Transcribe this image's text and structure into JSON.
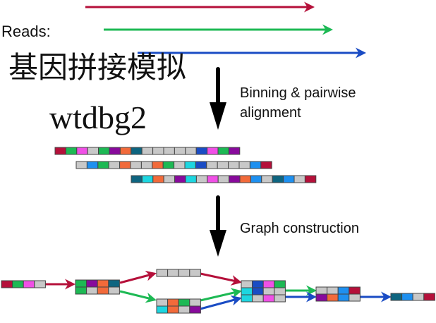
{
  "labels": {
    "reads": "Reads:",
    "title_cn": "基因拼接模拟",
    "title_tool": "wtdbg2",
    "step1": "Binning & pairwise",
    "step1b": "alignment",
    "step2": "Graph construction"
  },
  "colors": {
    "R": "#b5103a",
    "G": "#1db954",
    "P": "#f050e6",
    "L": "#c8c8c8",
    "V": "#880a9c",
    "O": "#f26a3a",
    "T": "#0e6580",
    "B": "#1a4cc4",
    "S": "#1e90f0",
    "C": "#1dd6e0",
    "read_red": "#b5103a",
    "read_green": "#1db954",
    "read_blue": "#1a4cc4"
  },
  "reads": [
    {
      "name": "read-red",
      "color": "read_red"
    },
    {
      "name": "read-green",
      "color": "read_green"
    },
    {
      "name": "read-blue",
      "color": "read_blue"
    }
  ],
  "binned_reads": [
    [
      "R",
      "G",
      "P",
      "L",
      "G",
      "V",
      "O",
      "T",
      "L",
      "L",
      "L",
      "L",
      "L",
      "B",
      "P",
      "G",
      "V"
    ],
    [
      "L",
      "S",
      "G",
      "L",
      "O",
      "L",
      "L",
      "O",
      "G",
      "L",
      "C",
      "B",
      "L",
      "L",
      "L",
      "L",
      "S",
      "R"
    ],
    [
      "T",
      "C",
      "O",
      "L",
      "V",
      "C",
      "L",
      "P",
      "L",
      "V",
      "O",
      "S",
      "L",
      "T",
      "S",
      "L",
      "R"
    ]
  ],
  "graph_nodes": [
    {
      "id": "n1",
      "rows": [
        [
          "R",
          "G",
          "P",
          "L"
        ]
      ]
    },
    {
      "id": "n2",
      "rows": [
        [
          "G",
          "V",
          "O",
          "T"
        ],
        [
          "G",
          "L",
          "O",
          "L"
        ]
      ]
    },
    {
      "id": "n3",
      "rows": [
        [
          "L",
          "L",
          "L",
          "L"
        ]
      ]
    },
    {
      "id": "n4",
      "rows": [
        [
          "L",
          "O",
          "G",
          "L"
        ],
        [
          "C",
          "O",
          "L",
          "V"
        ]
      ]
    },
    {
      "id": "n5",
      "rows": [
        [
          "L",
          "B",
          "P",
          "G"
        ],
        [
          "C",
          "B",
          "L",
          "L"
        ],
        [
          "C",
          "L",
          "P",
          "L"
        ]
      ]
    },
    {
      "id": "n6",
      "rows": [
        [
          "L",
          "L",
          "S",
          "R"
        ],
        [
          "V",
          "O",
          "S",
          "L"
        ]
      ]
    },
    {
      "id": "n7",
      "rows": [
        [
          "T",
          "S",
          "L",
          "R"
        ]
      ]
    }
  ]
}
